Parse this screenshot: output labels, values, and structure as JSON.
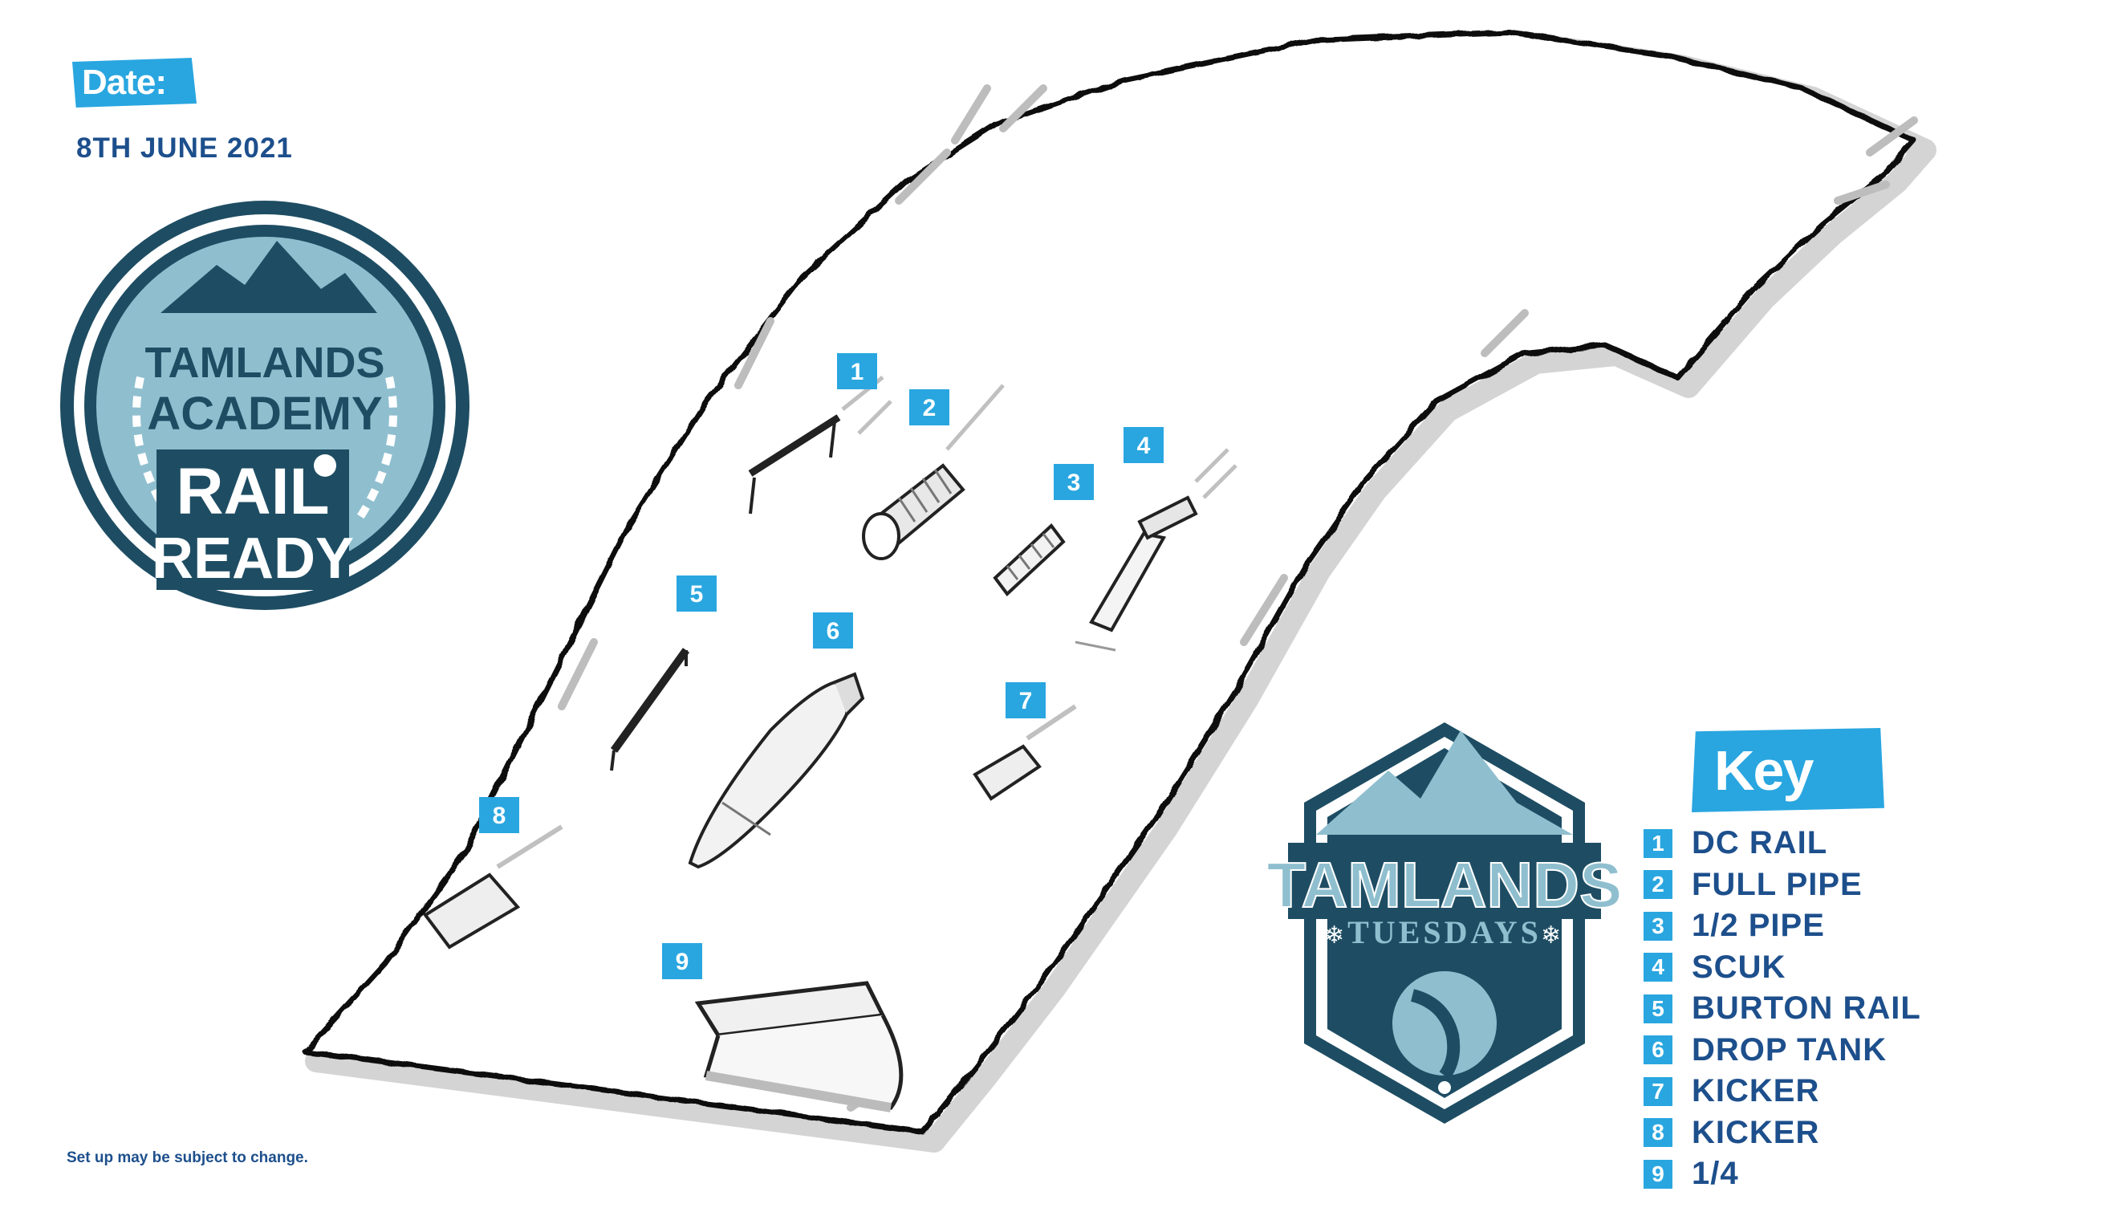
{
  "header": {
    "date_label": "Date:",
    "date_value": "8TH JUNE 2021"
  },
  "badge_academy": {
    "line1": "TAMLANDS",
    "line2": "ACADEMY",
    "line3": "RAIL",
    "line4": "READY"
  },
  "badge_tuesdays": {
    "line1": "TAMLANDS",
    "line2": "TUESDAYS"
  },
  "markers": [
    "1",
    "2",
    "3",
    "4",
    "5",
    "6",
    "7",
    "8",
    "9"
  ],
  "key": {
    "title": "Key",
    "items": [
      {
        "num": "1",
        "label": "DC RAIL"
      },
      {
        "num": "2",
        "label": "FULL PIPE"
      },
      {
        "num": "3",
        "label": "1/2 PIPE"
      },
      {
        "num": "4",
        "label": "SCUK"
      },
      {
        "num": "5",
        "label": "BURTON RAIL"
      },
      {
        "num": "6",
        "label": "DROP TANK"
      },
      {
        "num": "7",
        "label": "KICKER"
      },
      {
        "num": "8",
        "label": "KICKER"
      },
      {
        "num": "9",
        "label": "1/4"
      }
    ]
  },
  "footer": {
    "disclaimer": "Set up may be subject to change."
  },
  "colors": {
    "accent_blue": "#29a6e0",
    "navy_text": "#1d4f8c",
    "badge_dark": "#1e4d63",
    "badge_light": "#8fbfcf"
  }
}
